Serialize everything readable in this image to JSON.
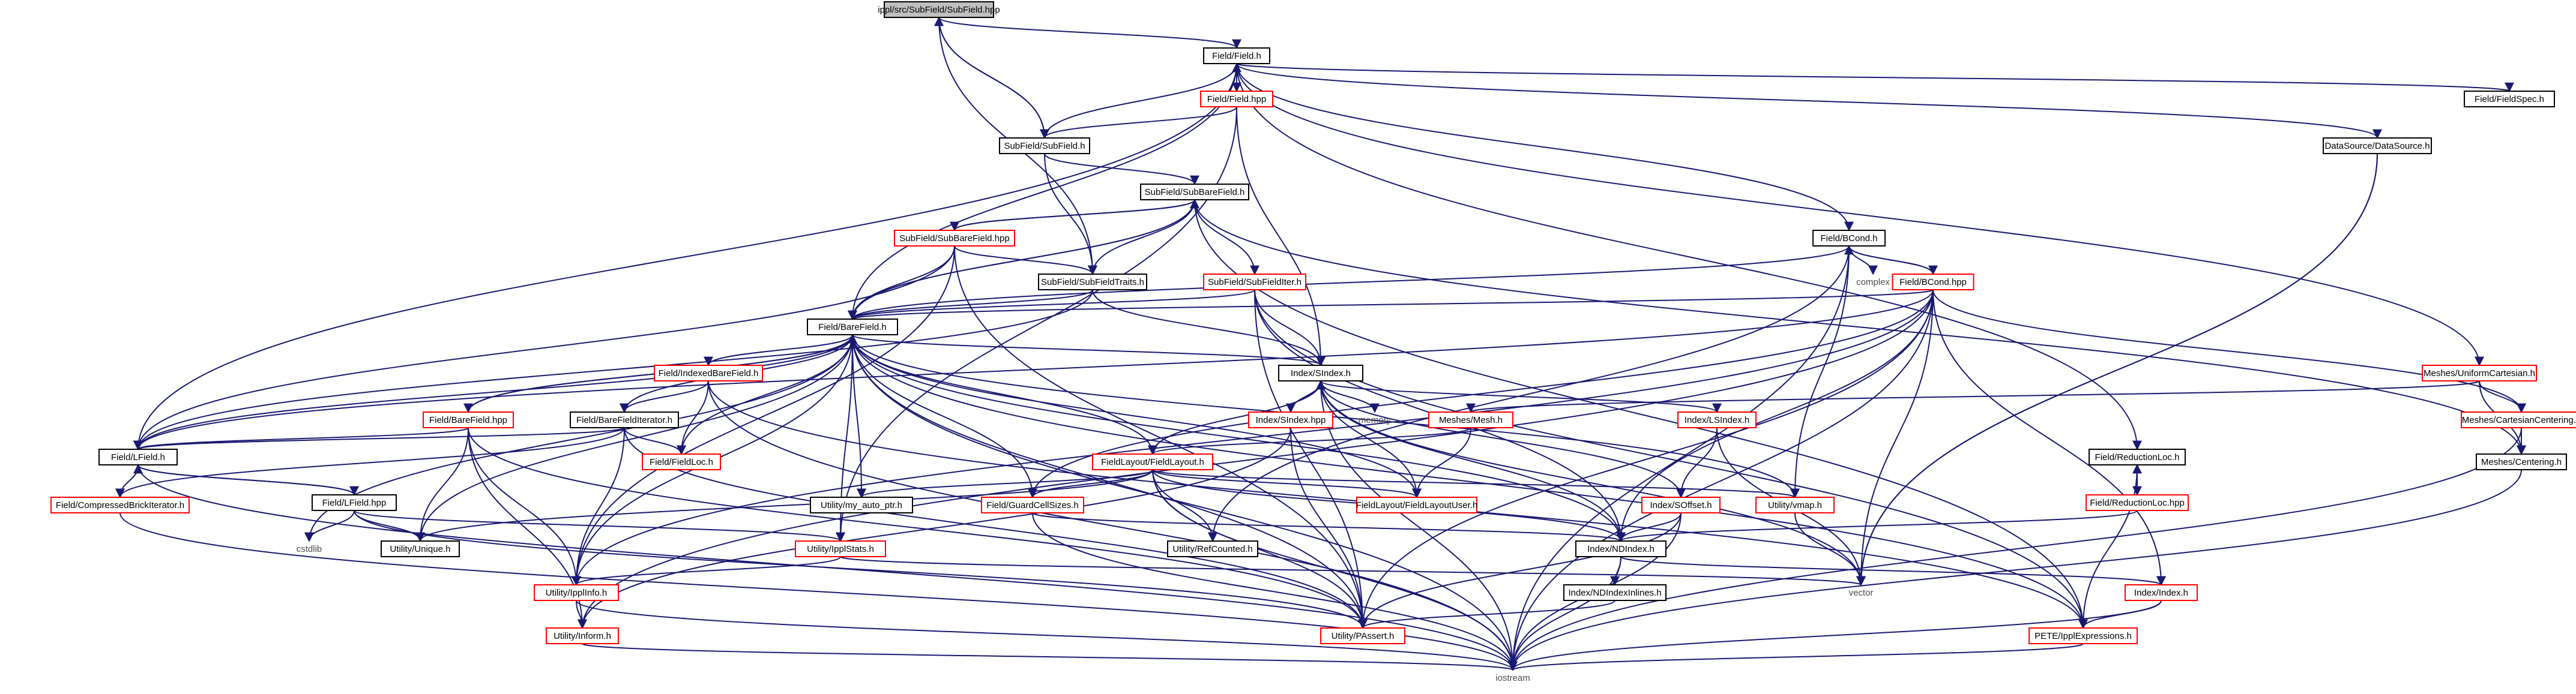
{
  "diagram": {
    "root": "ippl/src/SubField/SubField.hpp",
    "nodes": [
      {
        "id": "root",
        "label": "ippl/src/SubField/SubField.hpp",
        "style": "gray"
      },
      {
        "id": "fieldh",
        "label": "Field/Field.h",
        "style": "black"
      },
      {
        "id": "fieldhpp",
        "label": "Field/Field.hpp",
        "style": "red"
      },
      {
        "id": "fieldspec",
        "label": "Field/FieldSpec.h",
        "style": "black"
      },
      {
        "id": "datasource",
        "label": "DataSource/DataSource.h",
        "style": "black"
      },
      {
        "id": "subfieldh",
        "label": "SubField/SubField.h",
        "style": "black"
      },
      {
        "id": "subbare",
        "label": "SubField/SubBareField.h",
        "style": "black"
      },
      {
        "id": "subbarehpp",
        "label": "SubField/SubBareField.hpp",
        "style": "red"
      },
      {
        "id": "subtraits",
        "label": "SubField/SubFieldTraits.h",
        "style": "black"
      },
      {
        "id": "subiter",
        "label": "SubField/SubFieldIter.h",
        "style": "red"
      },
      {
        "id": "bcond",
        "label": "Field/BCond.h",
        "style": "black"
      },
      {
        "id": "bcondhpp",
        "label": "Field/BCond.hpp",
        "style": "red"
      },
      {
        "id": "complex",
        "label": "complex",
        "style": "plain"
      },
      {
        "id": "barefield",
        "label": "Field/BareField.h",
        "style": "black"
      },
      {
        "id": "indexedbare",
        "label": "Field/IndexedBareField.h",
        "style": "red"
      },
      {
        "id": "barefieldhpp",
        "label": "Field/BareField.hpp",
        "style": "red"
      },
      {
        "id": "bareiter",
        "label": "Field/BareFieldIterator.h",
        "style": "black"
      },
      {
        "id": "fieldloc",
        "label": "Field/FieldLoc.h",
        "style": "red"
      },
      {
        "id": "sindex",
        "label": "Index/SIndex.h",
        "style": "black"
      },
      {
        "id": "sindexhpp",
        "label": "Index/SIndex.hpp",
        "style": "red"
      },
      {
        "id": "memory",
        "label": "memory",
        "style": "plain"
      },
      {
        "id": "lsindex",
        "label": "Index/LSIndex.h",
        "style": "red"
      },
      {
        "id": "meshes_mesh",
        "label": "Meshes/Mesh.h",
        "style": "red"
      },
      {
        "id": "uniformcart",
        "label": "Meshes/UniformCartesian.h",
        "style": "red"
      },
      {
        "id": "cartcenter",
        "label": "Meshes/CartesianCentering.h",
        "style": "red"
      },
      {
        "id": "centering",
        "label": "Meshes/Centering.h",
        "style": "black"
      },
      {
        "id": "reductionloc",
        "label": "Field/ReductionLoc.h",
        "style": "black"
      },
      {
        "id": "reductionlochpp",
        "label": "Field/ReductionLoc.hpp",
        "style": "red"
      },
      {
        "id": "lfield",
        "label": "Field/LField.h",
        "style": "black"
      },
      {
        "id": "lfieldhpp",
        "label": "Field/LField.hpp",
        "style": "black"
      },
      {
        "id": "compressed",
        "label": "Field/CompressedBrickIterator.h",
        "style": "red"
      },
      {
        "id": "cstdlib",
        "label": "cstdlib",
        "style": "plain"
      },
      {
        "id": "unique",
        "label": "Utility/Unique.h",
        "style": "black"
      },
      {
        "id": "fieldlayout",
        "label": "FieldLayout/FieldLayout.h",
        "style": "red"
      },
      {
        "id": "myautoptr",
        "label": "Utility/my_auto_ptr.h",
        "style": "black"
      },
      {
        "id": "refcounted",
        "label": "Utility/RefCounted.h",
        "style": "black"
      },
      {
        "id": "layoutuser",
        "label": "FieldLayout/FieldLayoutUser.h",
        "style": "red"
      },
      {
        "id": "vmap",
        "label": "Utility/vmap.h",
        "style": "red"
      },
      {
        "id": "guardcell",
        "label": "Field/GuardCellSizes.h",
        "style": "red"
      },
      {
        "id": "ipplstats",
        "label": "Utility/IpplStats.h",
        "style": "red"
      },
      {
        "id": "ndindex",
        "label": "Index/NDIndex.h",
        "style": "black"
      },
      {
        "id": "soffset",
        "label": "Index/SOffset.h",
        "style": "red"
      },
      {
        "id": "ippinfo",
        "label": "Utility/IpplInfo.h",
        "style": "red"
      },
      {
        "id": "inform",
        "label": "Utility/Inform.h",
        "style": "red"
      },
      {
        "id": "ndinline",
        "label": "Index/NDIndexInlines.h",
        "style": "black"
      },
      {
        "id": "passert",
        "label": "Utility/PAssert.h",
        "style": "red"
      },
      {
        "id": "vector",
        "label": "vector",
        "style": "plain"
      },
      {
        "id": "indexh",
        "label": "Index/Index.h",
        "style": "red"
      },
      {
        "id": "pete",
        "label": "PETE/IpplExpressions.h",
        "style": "red"
      },
      {
        "id": "iostream",
        "label": "iostream",
        "style": "plain"
      }
    ]
  }
}
